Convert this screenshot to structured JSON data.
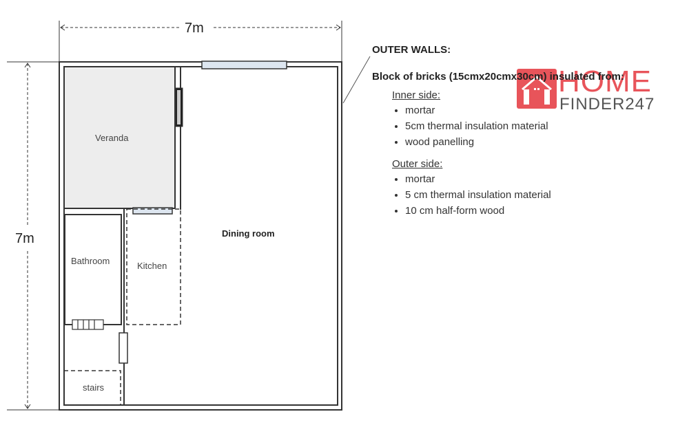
{
  "dimensions": {
    "width_label": "7m",
    "height_label": "7m"
  },
  "rooms": {
    "veranda": "Veranda",
    "dining_room": "Dining room",
    "bathroom": "Bathroom",
    "kitchen": "Kitchen",
    "stairs": "stairs"
  },
  "notes": {
    "title": "OUTER WALLS:",
    "description": "Block of bricks (15cmx20cmx30cm) insulated from:",
    "inner_heading": "Inner side:",
    "inner_items": [
      "mortar",
      "5cm thermal insulation material",
      "wood panelling"
    ],
    "outer_heading": "Outer side:",
    "outer_items": [
      "mortar",
      "5 cm thermal insulation material",
      "10 cm half-form wood"
    ]
  },
  "watermark": {
    "line1": "HOME",
    "line2": "FINDER247"
  },
  "colors": {
    "window": "#dde6f0",
    "veranda_fill": "#ededed",
    "logo": "#e8545a"
  }
}
